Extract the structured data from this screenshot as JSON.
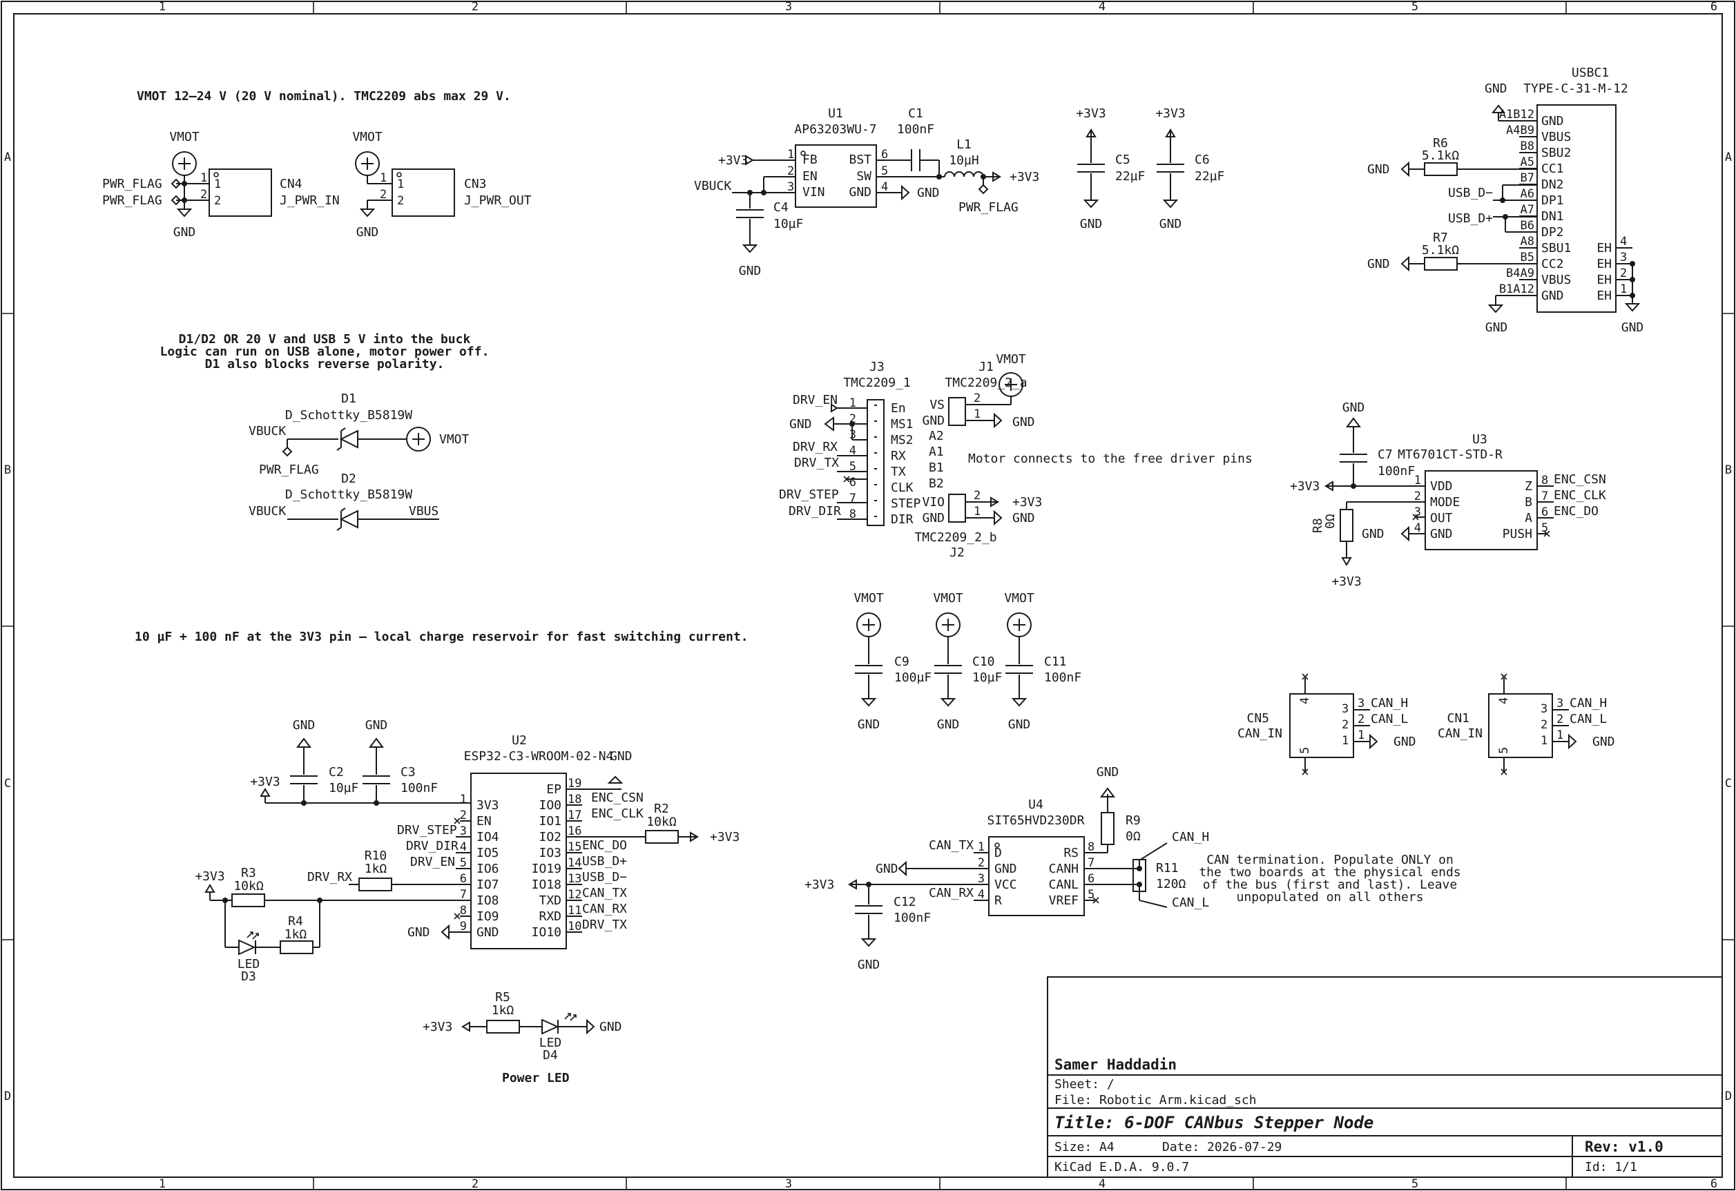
{
  "frame": {
    "cols": [
      "1",
      "2",
      "3",
      "4",
      "5",
      "6"
    ],
    "rows": [
      "A",
      "B",
      "C",
      "D"
    ]
  },
  "notes": {
    "vmot": "VMOT 12–24 V (20 V nominal). TMC2209 abs max 29 V.",
    "diode_1": "D1/D2 OR 20 V and USB 5 V into the buck",
    "diode_2": "Logic can run on USB alone, motor power off.",
    "diode_3": "D1 also blocks reverse polarity.",
    "cap": "10 µF + 100 nF at the 3V3 pin — local charge reservoir for fast switching current.",
    "motor": "Motor connects to the free driver pins",
    "can_1": "CAN termination. Populate ONLY on",
    "can_2": "the two boards at the physical ends",
    "can_3": "of the bus (first and last). Leave",
    "can_4": "unpopulated on all others",
    "power_led": "Power LED"
  },
  "nets": {
    "vmot": "VMOT",
    "gnd": "GND",
    "v3v3": "+3V3",
    "vbuck": "VBUCK",
    "vbus": "VBUS",
    "pwr_flag": "PWR_FLAG",
    "drv_en": "DRV_EN",
    "drv_rx": "DRV_RX",
    "drv_tx": "DRV_TX",
    "drv_step": "DRV_STEP",
    "drv_dir": "DRV_DIR",
    "enc_csn": "ENC_CSN",
    "enc_clk": "ENC_CLK",
    "enc_do": "ENC_DO",
    "usb_dp": "USB_D+",
    "usb_dm": "USB_D−",
    "can_tx": "CAN_TX",
    "can_rx": "CAN_RX",
    "can_h": "CAN_H",
    "can_l": "CAN_L",
    "can_in": "CAN_IN"
  },
  "parts": {
    "cn4": {
      "ref": "CN4",
      "value": "J_PWR_IN"
    },
    "cn3": {
      "ref": "CN3",
      "value": "J_PWR_OUT"
    },
    "u1": {
      "ref": "U1",
      "value": "AP63203WU-7",
      "p_fb": "FB",
      "p_en": "EN",
      "p_vin": "VIN",
      "p_bst": "BST",
      "p_sw": "SW",
      "p_gnd": "GND"
    },
    "c1": {
      "ref": "C1",
      "value": "100nF"
    },
    "l1": {
      "ref": "L1",
      "value": "10µH"
    },
    "c4": {
      "ref": "C4",
      "value": "10µF"
    },
    "c5": {
      "ref": "C5",
      "value": "22µF"
    },
    "c6": {
      "ref": "C6",
      "value": "22µF"
    },
    "usbc1": {
      "ref": "USBC1",
      "value": "TYPE-C-31-M-12"
    },
    "r6": {
      "ref": "R6",
      "value": "5.1kΩ"
    },
    "r7": {
      "ref": "R7",
      "value": "5.1kΩ"
    },
    "d1": {
      "ref": "D1",
      "value": "D_Schottky_B5819W"
    },
    "d2": {
      "ref": "D2",
      "value": "D_Schottky_B5819W"
    },
    "j3": {
      "ref": "J3",
      "value": "TMC2209_1"
    },
    "j1": {
      "ref": "J1",
      "value": "TMC2209_2_a"
    },
    "j2": {
      "ref": "J2",
      "value": "TMC2209_2_b"
    },
    "u3": {
      "ref": "U3",
      "value": "MT6701CT-STD-R"
    },
    "c7": {
      "ref": "C7",
      "value": "100nF"
    },
    "r8": {
      "ref": "R8",
      "value": "0Ω"
    },
    "c9": {
      "ref": "C9",
      "value": "100µF"
    },
    "c10": {
      "ref": "C10",
      "value": "10µF"
    },
    "c11": {
      "ref": "C11",
      "value": "100nF"
    },
    "cn5": {
      "ref": "CN5"
    },
    "cn1": {
      "ref": "CN1"
    },
    "u2": {
      "ref": "U2",
      "value": "ESP32-C3-WROOM-02-N4"
    },
    "c2": {
      "ref": "C2",
      "value": "10µF"
    },
    "c3": {
      "ref": "C3",
      "value": "100nF"
    },
    "r2": {
      "ref": "R2",
      "value": "10kΩ"
    },
    "r3": {
      "ref": "R3",
      "value": "10kΩ"
    },
    "r4": {
      "ref": "R4",
      "value": "1kΩ"
    },
    "r10": {
      "ref": "R10",
      "value": "1kΩ"
    },
    "d3": {
      "ref": "D3",
      "value": "LED"
    },
    "u4": {
      "ref": "U4",
      "value": "SIT65HVD230DR"
    },
    "r9": {
      "ref": "R9",
      "value": "0Ω"
    },
    "r11": {
      "ref": "R11",
      "value": "120Ω"
    },
    "c12": {
      "ref": "C12",
      "value": "100nF"
    },
    "r5": {
      "ref": "R5",
      "value": "1kΩ"
    },
    "d4": {
      "ref": "D4",
      "value": "LED"
    }
  },
  "usbc_pins": [
    {
      "num": "A1B12",
      "name": "GND"
    },
    {
      "num": "A4B9",
      "name": "VBUS"
    },
    {
      "num": "B8",
      "name": "SBU2"
    },
    {
      "num": "A5",
      "name": "CC1"
    },
    {
      "num": "B7",
      "name": "DN2"
    },
    {
      "num": "A6",
      "name": "DP1"
    },
    {
      "num": "A7",
      "name": "DN1"
    },
    {
      "num": "B6",
      "name": "DP2"
    },
    {
      "num": "A8",
      "name": "SBU1"
    },
    {
      "num": "B5",
      "name": "CC2"
    },
    {
      "num": "B4A9",
      "name": "VBUS"
    },
    {
      "num": "B1A12",
      "name": "GND"
    }
  ],
  "usbc_eh": [
    {
      "num": "4",
      "name": "EH"
    },
    {
      "num": "3",
      "name": "EH"
    },
    {
      "num": "2",
      "name": "EH"
    },
    {
      "num": "1",
      "name": "EH"
    }
  ],
  "j3_pins": [
    {
      "num": "1",
      "name": "En"
    },
    {
      "num": "2",
      "name": "MS1"
    },
    {
      "num": "3",
      "name": "MS2"
    },
    {
      "num": "4",
      "name": "RX"
    },
    {
      "num": "5",
      "name": "TX"
    },
    {
      "num": "6",
      "name": "CLK"
    },
    {
      "num": "7",
      "name": "STEP"
    },
    {
      "num": "8",
      "name": "DIR"
    }
  ],
  "j1_pins": [
    {
      "num": "2",
      "name": "VS"
    },
    {
      "num": "1",
      "name": "GND"
    }
  ],
  "j2_pins": [
    {
      "num": "2",
      "name": "VIO"
    },
    {
      "num": "1",
      "name": "GND"
    }
  ],
  "driver_pins": [
    "A2",
    "A1",
    "B1",
    "B2"
  ],
  "u3_left": [
    {
      "num": "1",
      "name": "VDD"
    },
    {
      "num": "2",
      "name": "MODE"
    },
    {
      "num": "3",
      "name": "OUT"
    },
    {
      "num": "4",
      "name": "GND"
    }
  ],
  "u3_right": [
    {
      "num": "8",
      "name": "Z"
    },
    {
      "num": "7",
      "name": "B"
    },
    {
      "num": "6",
      "name": "A"
    },
    {
      "num": "5",
      "name": "PUSH"
    }
  ],
  "u2_left": [
    {
      "num": "1",
      "name": "3V3"
    },
    {
      "num": "2",
      "name": "EN"
    },
    {
      "num": "3",
      "name": "IO4"
    },
    {
      "num": "4",
      "name": "IO5"
    },
    {
      "num": "5",
      "name": "IO6"
    },
    {
      "num": "6",
      "name": "IO7"
    },
    {
      "num": "7",
      "name": "IO8"
    },
    {
      "num": "8",
      "name": "IO9"
    },
    {
      "num": "9",
      "name": "GND"
    }
  ],
  "u2_right": [
    {
      "num": "19",
      "name": "EP"
    },
    {
      "num": "18",
      "name": "IO0"
    },
    {
      "num": "17",
      "name": "IO1"
    },
    {
      "num": "16",
      "name": "IO2"
    },
    {
      "num": "15",
      "name": "IO3"
    },
    {
      "num": "14",
      "name": "IO19"
    },
    {
      "num": "13",
      "name": "IO18"
    },
    {
      "num": "12",
      "name": "TXD"
    },
    {
      "num": "11",
      "name": "RXD"
    },
    {
      "num": "10",
      "name": "IO10"
    }
  ],
  "u4_left": [
    {
      "num": "1",
      "name": "D"
    },
    {
      "num": "2",
      "name": "GND"
    },
    {
      "num": "3",
      "name": "VCC"
    },
    {
      "num": "4",
      "name": "R"
    }
  ],
  "u4_right": [
    {
      "num": "8",
      "name": "RS"
    },
    {
      "num": "7",
      "name": "CANH"
    },
    {
      "num": "6",
      "name": "CANL"
    },
    {
      "num": "5",
      "name": "VREF"
    }
  ],
  "title_block": {
    "company": "Samer Haddadin",
    "sheet": "Sheet: /",
    "file": "File: Robotic Arm.kicad_sch",
    "title": "Title: 6-DOF CANbus Stepper Node",
    "size": "Size: A4",
    "date": "Date: 2026-07-29",
    "rev": "Rev: v1.0",
    "tool": "KiCad E.D.A. 9.0.7",
    "id": "Id: 1/1"
  }
}
